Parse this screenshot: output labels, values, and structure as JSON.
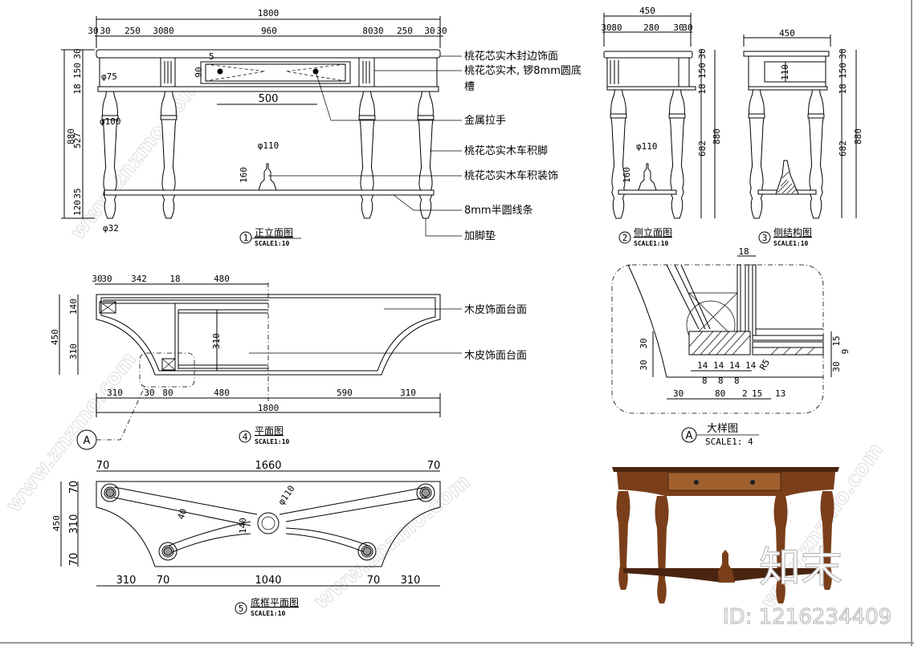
{
  "front_elevation": {
    "title_number": "1",
    "title": "正立面图",
    "scale": "SCALE1:10",
    "overall_width": "1800",
    "top_dims": [
      "30",
      "30",
      "250",
      "30",
      "80",
      "960",
      "80",
      "30",
      "250",
      "30",
      "30"
    ],
    "overall_height": "880",
    "height_dims": [
      "30",
      "150",
      "18",
      "527",
      "35",
      "120"
    ],
    "inner_labels": {
      "leg_top_dia": "φ75",
      "leg_dia": "φ100",
      "handle_spacing": "500",
      "finial_dia": "φ110",
      "finial_height": "160",
      "drawer_height": "90",
      "drawer_gap": "5",
      "foot": "φ32"
    },
    "callouts": [
      "桃花芯实木封边饰面",
      "桃花芯实木, 锣8mm圆底",
      "槽",
      "金属拉手",
      "桃花芯实木车积脚",
      "桃花芯实木车积装饰",
      "8mm半圆线条",
      "加脚垫"
    ]
  },
  "side_elevation": {
    "title_number": "2",
    "title": "侧立面图",
    "scale": "SCALE1:10",
    "overall_width": "450",
    "top_dims": [
      "30",
      "80",
      "280",
      "30",
      "30"
    ],
    "height_dims": [
      "30",
      "150",
      "18",
      "682"
    ],
    "overall_height": "880",
    "finial_dia": "φ110",
    "finial_height": "160"
  },
  "side_structure": {
    "title_number": "3",
    "title": "侧结构图",
    "scale": "SCALE1:10",
    "overall_width": "450",
    "height_dims": [
      "30",
      "150",
      "18",
      "682"
    ],
    "overall_height": "880",
    "drawer_height": "110"
  },
  "plan": {
    "title_number": "4",
    "title": "平面图",
    "scale": "SCALE1:10",
    "top_dims": [
      "30",
      "30",
      "342",
      "18",
      "480"
    ],
    "left_dims": [
      "450",
      "140",
      "310"
    ],
    "inner_dim": "310",
    "bottom_dims": [
      "310",
      "30",
      "80",
      "480",
      "590",
      "310"
    ],
    "overall_width": "1800",
    "callouts": [
      "木皮饰面台面",
      "木皮饰面台面"
    ],
    "detail_ref": "A"
  },
  "base_frame": {
    "title_number": "5",
    "title": "底框平面图",
    "scale": "SCALE1:10",
    "top_dims": [
      "70",
      "1660",
      "70"
    ],
    "left_dims": [
      "450",
      "70",
      "310",
      "70"
    ],
    "bottom_dims": [
      "310",
      "70",
      "1040",
      "70",
      "310"
    ],
    "inner_labels": {
      "hub_dia": "φ110",
      "bar_width": "40",
      "hub_gap": "140"
    }
  },
  "detail": {
    "ref": "A",
    "title": "大样图",
    "scale": "SCALE1: 4",
    "labels": {
      "top": "18",
      "left": [
        "30",
        "30"
      ],
      "fourteens": [
        "14",
        "14",
        "14",
        "14"
      ],
      "eights": [
        "8",
        "8",
        "8"
      ],
      "bottom": [
        "30",
        "80",
        "2",
        "15",
        "13"
      ],
      "radius": "R5",
      "right": [
        "15",
        "9",
        "30"
      ]
    }
  },
  "photo": {
    "wood_color": "#7a3f1a",
    "dark_wood": "#4a2410",
    "light_wood": "#a0602e"
  },
  "watermark": {
    "logo": "知末",
    "id": "ID: 1216234409",
    "site": "www.znzmo.com"
  }
}
